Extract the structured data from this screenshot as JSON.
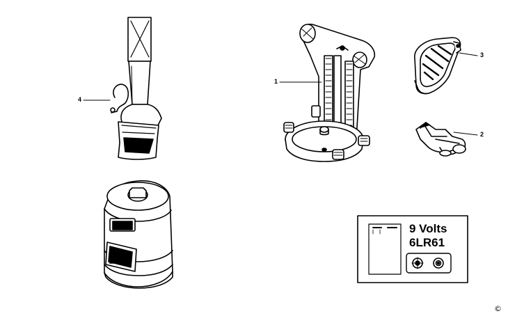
{
  "diagram": {
    "callouts": [
      {
        "id": "1",
        "label": "1"
      },
      {
        "id": "2",
        "label": "2"
      },
      {
        "id": "3",
        "label": "3"
      },
      {
        "id": "4",
        "label": "4"
      }
    ],
    "battery": {
      "voltage": "9 Volts",
      "type": "6LR61"
    },
    "copyright": "©"
  }
}
